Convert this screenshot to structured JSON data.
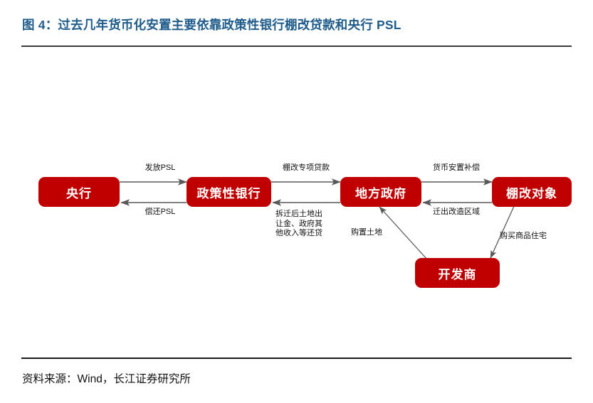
{
  "figure": {
    "title": "图 4：过去几年货币化安置主要依靠政策性银行棚改贷款和央行 PSL",
    "source": "资料来源：Wind，长江证券研究所",
    "title_color": "#1F5C8B",
    "node_color": "#C00000",
    "node_text_color": "#FFFFFF",
    "edge_color": "#595959",
    "rule_color": "#3A3A3A"
  },
  "chart_data": {
    "type": "diagram",
    "title": "图 4：过去几年货币化安置主要依靠政策性银行棚改贷款和央行 PSL",
    "nodes": [
      {
        "id": "pboc",
        "label": "央行"
      },
      {
        "id": "policybank",
        "label": "政策性银行"
      },
      {
        "id": "localgov",
        "label": "地方政府"
      },
      {
        "id": "shed",
        "label": "棚改对象"
      },
      {
        "id": "developer",
        "label": "开发商"
      }
    ],
    "edges": [
      {
        "from": "pboc",
        "to": "policybank",
        "label": "发放PSL"
      },
      {
        "from": "policybank",
        "to": "pboc",
        "label": "偿还PSL"
      },
      {
        "from": "policybank",
        "to": "localgov",
        "label": "棚改专项贷款"
      },
      {
        "from": "localgov",
        "to": "policybank",
        "label": "拆迁后土地出\n让金、政府其\n他收入等还贷"
      },
      {
        "from": "localgov",
        "to": "shed",
        "label": "货币安置补偿"
      },
      {
        "from": "shed",
        "to": "localgov",
        "label": "迁出改造区域"
      },
      {
        "from": "developer",
        "to": "localgov",
        "label": "购置土地"
      },
      {
        "from": "shed",
        "to": "developer",
        "label": "购买商品住宅"
      }
    ]
  },
  "labels": {
    "fafang_psl": "发放PSL",
    "changhuan_psl": "偿还PSL",
    "penggai_loan": "棚改专项贷款",
    "land_repay": "拆迁后土地出\n让金、政府其\n他收入等还贷",
    "money_compensation": "货币安置补偿",
    "move_out": "迁出改造区域",
    "buy_land": "购置土地",
    "buy_house": "购买商品住宅"
  },
  "nodes": {
    "pboc": "央行",
    "policybank": "政策性银行",
    "localgov": "地方政府",
    "shed": "棚改对象",
    "developer": "开发商"
  }
}
